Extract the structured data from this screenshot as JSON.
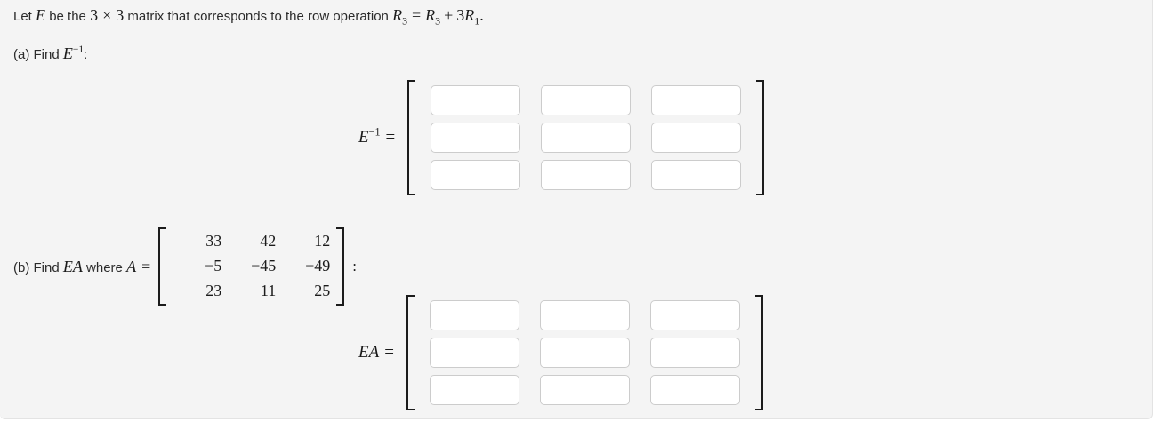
{
  "problem": {
    "intro": {
      "text_before": "Let ",
      "var_E": "E",
      "text_middle": " be the ",
      "dim_rows": "3",
      "times": "×",
      "dim_cols": "3",
      "text_after": " matrix that corresponds to the row operation ",
      "op_R": "R",
      "op_sub3a": "3",
      "op_equals": "=",
      "op_R2": "R",
      "op_sub3b": "3",
      "op_plus": "+",
      "op_coeff": "3",
      "op_R3": "R",
      "op_sub1": "1",
      "op_period": "."
    },
    "part_a": {
      "label": "(a) Find ",
      "var_E": "E",
      "exponent": "−1",
      "colon": ":"
    },
    "part_b": {
      "label": "(b) Find ",
      "var_EA": "EA",
      "where": " where ",
      "var_A": "A",
      "equals": "=",
      "trailing_colon": ":"
    }
  },
  "matrix_A": {
    "name": "A",
    "rows": [
      [
        "33",
        "42",
        "12"
      ],
      [
        "−5",
        "−45",
        "−49"
      ],
      [
        "23",
        "11",
        "25"
      ]
    ]
  },
  "answers": {
    "e_inverse": {
      "label_var": "E",
      "label_exponent": "−1",
      "label_equals": "=",
      "placeholder": "",
      "values": [
        [
          "",
          "",
          ""
        ],
        [
          "",
          "",
          ""
        ],
        [
          "",
          "",
          ""
        ]
      ]
    },
    "ea_product": {
      "label_var": "EA",
      "label_equals": "=",
      "placeholder": "",
      "values": [
        [
          "",
          "",
          ""
        ],
        [
          "",
          "",
          ""
        ],
        [
          "",
          "",
          ""
        ]
      ]
    }
  },
  "colors": {
    "page_background": "#f4f4f4",
    "card_border": "#e3e3e3",
    "text": "#2b2b2b",
    "math_text": "#1a1a1a",
    "input_border": "#cccccc",
    "input_background": "#ffffff",
    "bracket": "#1b1b1b"
  }
}
